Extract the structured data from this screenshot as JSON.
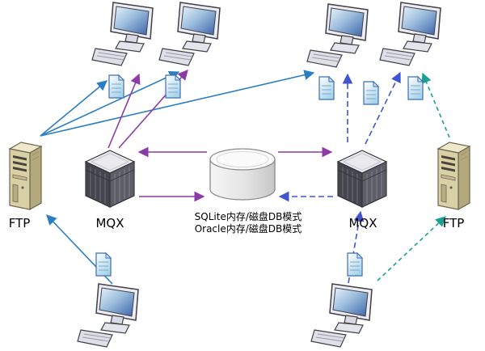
{
  "nodes": {
    "ftp_left": {
      "label": "FTP"
    },
    "mqx_left": {
      "label": "MQX"
    },
    "database": {
      "caption_line1": "SQLite内存/磁盘DB模式",
      "caption_line2": "Oracle内存/磁盘DB模式"
    },
    "mqx_right": {
      "label": "MQX"
    },
    "ftp_right": {
      "label": "FTP"
    }
  },
  "colors": {
    "ftp_transfer": "#2b7ec2",
    "mqx_transfer": "#8b3aa8",
    "standby_mqx_transfer": "#3f56d0",
    "standby_ftp_transfer": "#18a092"
  },
  "edges": [
    {
      "from": "ftp-left",
      "to": "workstation-top-1",
      "line": "solid",
      "color": "ftp_transfer"
    },
    {
      "from": "ftp-left",
      "to": "workstation-top-2",
      "line": "solid",
      "color": "ftp_transfer"
    },
    {
      "from": "ftp-left",
      "to": "workstation-top-3",
      "line": "solid",
      "color": "ftp_transfer"
    },
    {
      "from": "workstation-bottom-left",
      "to": "ftp-left",
      "line": "solid",
      "color": "ftp_transfer"
    },
    {
      "from": "mqx-left",
      "to": "workstation-top-1",
      "line": "solid",
      "color": "mqx_transfer"
    },
    {
      "from": "mqx-left",
      "to": "workstation-top-2",
      "line": "solid",
      "color": "mqx_transfer"
    },
    {
      "from": "database",
      "to": "mqx-left",
      "line": "solid",
      "color": "mqx_transfer"
    },
    {
      "from": "mqx-left",
      "to": "database",
      "line": "solid",
      "color": "mqx_transfer"
    },
    {
      "from": "database",
      "to": "mqx-right",
      "line": "solid",
      "color": "mqx_transfer"
    },
    {
      "from": "mqx-right",
      "to": "workstation-top-3",
      "line": "dashed",
      "color": "standby_mqx_transfer"
    },
    {
      "from": "mqx-right",
      "to": "workstation-top-4",
      "line": "dashed",
      "color": "standby_mqx_transfer"
    },
    {
      "from": "mqx-right",
      "to": "database",
      "line": "dashed",
      "color": "standby_mqx_transfer"
    },
    {
      "from": "workstation-bottom-right",
      "to": "mqx-right",
      "line": "dashed",
      "color": "standby_mqx_transfer"
    },
    {
      "from": "ftp-right",
      "to": "workstation-top-4",
      "line": "dashed",
      "color": "standby_ftp_transfer"
    },
    {
      "from": "workstation-bottom-right",
      "to": "ftp-right",
      "line": "dashed",
      "color": "standby_ftp_transfer"
    }
  ]
}
